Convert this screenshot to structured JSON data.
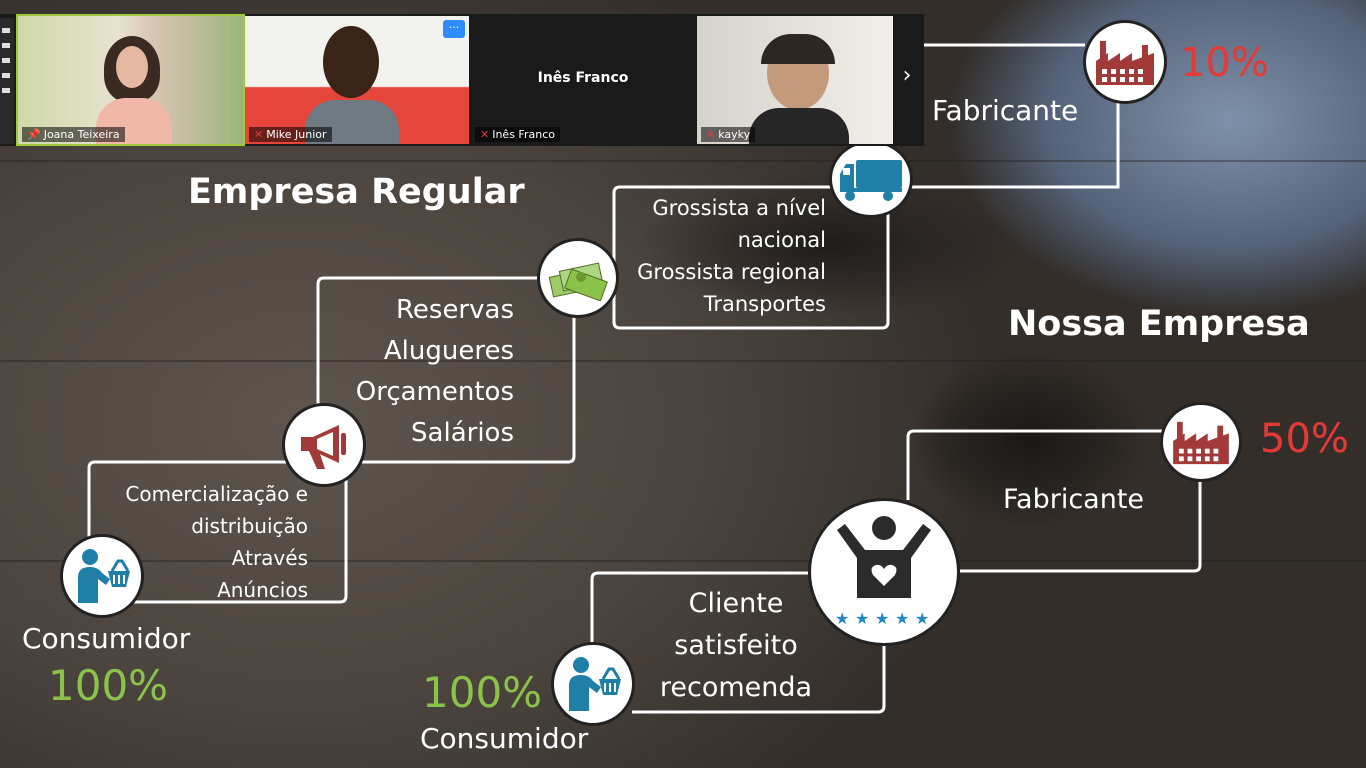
{
  "meeting": {
    "participants": [
      {
        "name": "Joana Teixeira",
        "muted": false
      },
      {
        "name": "Mike Junior",
        "muted": true
      },
      {
        "name": "Inês Franco",
        "muted": true,
        "video_off_label": "Inês Franco"
      },
      {
        "name": "kayky",
        "muted": true
      }
    ],
    "more_options": "···",
    "next_arrow": "›"
  },
  "slide": {
    "regular": {
      "title": "Empresa Regular",
      "manufacturer": "Fabricante",
      "manufacturer_pct": "10%",
      "wholesale": [
        "Grossista a nível",
        "nacional",
        "Grossista regional",
        "Transportes"
      ],
      "costs": [
        "Reservas",
        "Alugueres",
        "Orçamentos",
        "Salários"
      ],
      "marketing": [
        "Comercialização e",
        "distribuição",
        "Através",
        "Anúncios"
      ],
      "consumer": "Consumidor",
      "consumer_pct": "100%"
    },
    "ours": {
      "title": "Nossa Empresa",
      "manufacturer": "Fabricante",
      "manufacturer_pct": "50%",
      "client": [
        "Cliente",
        "satisfeito",
        "recomenda"
      ],
      "consumer": "Consumidor",
      "consumer_pct": "100%"
    },
    "icons": [
      "factory-icon",
      "truck-icon",
      "money-icon",
      "megaphone-icon",
      "consumer-basket-icon",
      "satisfied-client-icon"
    ],
    "colors": {
      "red": "#e53935",
      "green": "#8bc34a",
      "icon_red": "#a33a3a",
      "icon_blue": "#1f7fa6",
      "icon_dark": "#2b2b2b",
      "star_blue": "#1e88c9"
    }
  }
}
